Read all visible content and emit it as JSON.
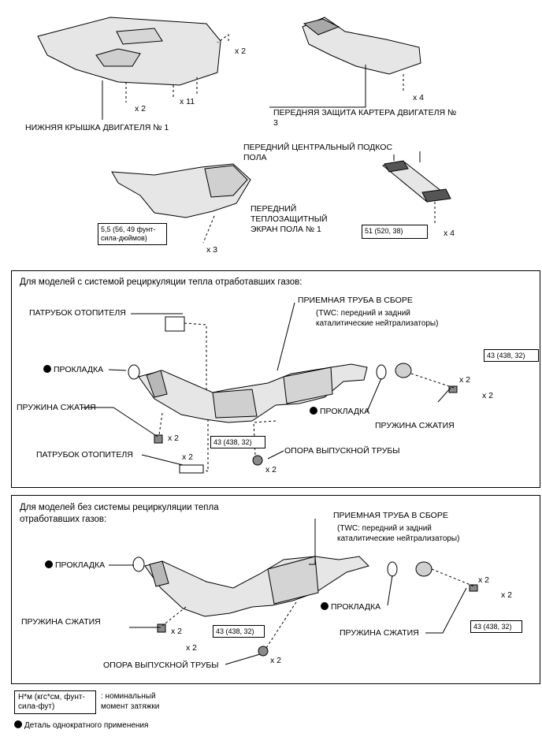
{
  "top": {
    "engine_cover_label": "НИЖНЯЯ КРЫШКА ДВИГАТЕЛЯ № 1",
    "engine_cover_qty_a": "x 2",
    "engine_cover_qty_b": "x 2",
    "engine_cover_qty_c": "x 11",
    "crankcase_label_1": "ПЕРЕДНЯЯ ЗАЩИТА КАРТЕРА ДВИГАТЕЛЯ №",
    "crankcase_label_2": "3",
    "crankcase_qty": "x 4",
    "brace_label_1": "ПЕРЕДНИЙ ЦЕНТРАЛЬНЫЙ ПОДКОС",
    "brace_label_2": "ПОЛА",
    "brace_torque": "51 (520, 38)",
    "brace_qty": "x 4",
    "heat_label_1": "ПЕРЕДНИЙ",
    "heat_label_2": "ТЕПЛОЗАЩИТНЫЙ",
    "heat_label_3": "ЭКРАН ПОЛА № 1",
    "heat_torque_1": "5,5 (56, 49 фунт-",
    "heat_torque_2": "сила-дюймов)",
    "heat_qty": "x 3"
  },
  "panel1": {
    "title": "Для моделей с системой рециркуляции тепла отработавших газов:",
    "heater_pipe_top": "ПАТРУБОК ОТОПИТЕЛЯ",
    "front_pipe": "ПРИЕМНАЯ ТРУБА В СБОРЕ",
    "twc_1": "(TWC: передний и задний",
    "twc_2": "каталитические нейтрализаторы)",
    "gasket_left": "ПРОКЛАДКА",
    "gasket_mid": "ПРОКЛАДКА",
    "spring_left": "ПРУЖИНА СЖАТИЯ",
    "spring_right": "ПРУЖИНА СЖАТИЯ",
    "heater_pipe_bottom": "ПАТРУБОК ОТОПИТЕЛЯ",
    "support": "ОПОРА ВЫПУСКНОЙ ТРУБЫ",
    "torque_left": "43 (438, 32)",
    "torque_right": "43 (438, 32)",
    "qty_spring_left": "x 2",
    "qty_bolt_left": "x 2",
    "qty_support": "x 2",
    "qty_spring_right": "x 2",
    "qty_bolt_right": "x 2"
  },
  "panel2": {
    "title_1": "Для моделей без системы рециркуляции тепла",
    "title_2": "отработавших газов:",
    "front_pipe": "ПРИЕМНАЯ ТРУБА В СБОРЕ",
    "twc_1": "(TWC: передний и задний",
    "twc_2": "каталитические нейтрализаторы)",
    "gasket_left": "ПРОКЛАДКА",
    "gasket_mid": "ПРОКЛАДКА",
    "spring_left": "ПРУЖИНА СЖАТИЯ",
    "spring_right": "ПРУЖИНА СЖАТИЯ",
    "support": "ОПОРА ВЫПУСКНОЙ ТРУБЫ",
    "torque_left": "43 (438, 32)",
    "torque_right": "43 (438, 32)",
    "qty_spring_left": "x 2",
    "qty_bolt_left": "x 2",
    "qty_support": "x 2",
    "qty_spring_right": "x 2",
    "qty_bolt_right": "x 2"
  },
  "legend": {
    "torque_box_1": "Н*м (кгс*см, фунт-",
    "torque_box_2": "сила-фут)",
    "torque_desc_1": ": номинальный",
    "torque_desc_2": "момент затяжки",
    "single_use": "Деталь однократного применения"
  },
  "colors": {
    "part_fill": "#e6e6e6",
    "part_stroke": "#000000",
    "dark_fill": "#8a8a8a"
  }
}
